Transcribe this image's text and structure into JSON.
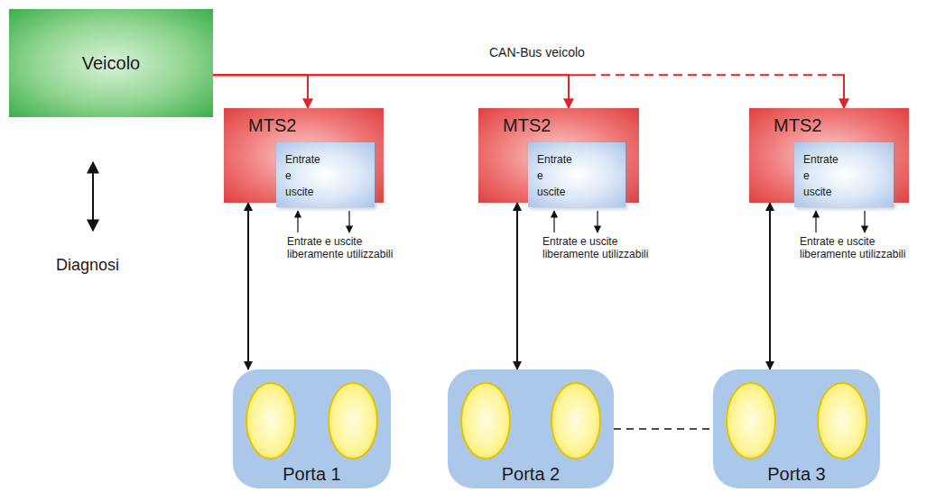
{
  "diagram": {
    "nodes": [
      {
        "text": [
          "Veicolo"
        ]
      },
      {
        "text": [
          "MTS2"
        ]
      },
      {
        "text": [
          "Entrate e uscite"
        ],
        "in": 1
      },
      {
        "text": [
          "MTS2"
        ]
      },
      {
        "text": [
          "Entrate e uscite"
        ],
        "in": 3
      },
      {
        "text": [
          "MTS2"
        ]
      },
      {
        "text": [
          "Entrate e uscite"
        ],
        "in": 5
      },
      {
        "text": [
          "Porta 1"
        ]
      },
      {
        "text": [
          "Porta 2"
        ]
      },
      {
        "text": [
          "Porta 3"
        ]
      }
    ],
    "edges": [
      {
        "from": 0,
        "to": 1,
        "arrow": "to"
      },
      {
        "from": 0,
        "to": 3,
        "arrow": "to"
      },
      {
        "from": 0,
        "to": 5,
        "arrow": "to"
      },
      {
        "from": 1,
        "to": 7,
        "arrow": "both"
      },
      {
        "from": 3,
        "to": 8,
        "arrow": "both"
      },
      {
        "from": 5,
        "to": 9,
        "arrow": "both"
      },
      {
        "from": 8,
        "to": 9,
        "arrow": "none"
      }
    ],
    "labels": [
      "CAN-Bus veicolo",
      "Diagnosi",
      "Entrate e uscite liberamente utilizzabili",
      "Entrate e uscite liberamente utilizzabili",
      "Entrate e uscite liberamente utilizzabili"
    ]
  }
}
